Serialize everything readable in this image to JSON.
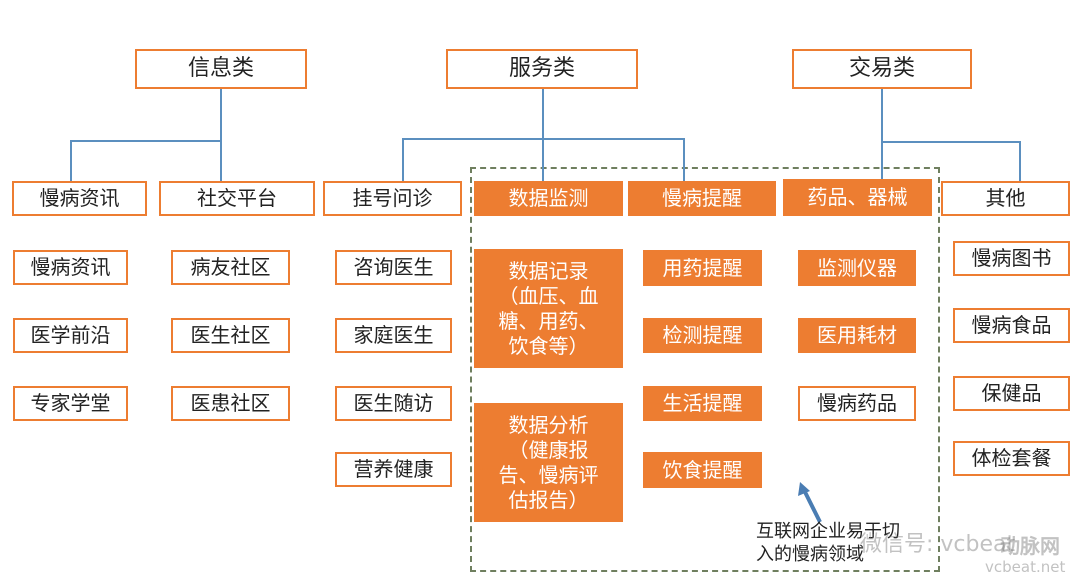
{
  "categories": {
    "info": "信息类",
    "service": "服务类",
    "trade": "交易类"
  },
  "subcategories": [
    "慢病资讯",
    "社交平台",
    "挂号问诊",
    "数据监测",
    "慢病提醒",
    "药品、器械",
    "其他"
  ],
  "col1": [
    "慢病资讯",
    "医学前沿",
    "专家学堂"
  ],
  "col2": [
    "病友社区",
    "医生社区",
    "医患社区"
  ],
  "col3": [
    "咨询医生",
    "家庭医生",
    "医生随访",
    "营养健康"
  ],
  "col4": [
    "数据记录（血压、血糖、用药、饮食等）",
    "数据分析（健康报告、慢病评估报告）"
  ],
  "col5": [
    "用药提醒",
    "检测提醒",
    "生活提醒",
    "饮食提醒"
  ],
  "col6": [
    "监测仪器",
    "医用耗材",
    "慢病药品"
  ],
  "col7": [
    "慢病图书",
    "慢病食品",
    "保健品",
    "体检套餐"
  ],
  "note": {
    "line1": "互联网企业易于切",
    "line2": "入的慢病领域"
  },
  "watermark": {
    "wechat": "微信号: vcbeat",
    "brand": "动脉网",
    "site": "vcbeat.net"
  },
  "colors": {
    "orange": "#ed7d31",
    "line": "#5b8fbf"
  }
}
